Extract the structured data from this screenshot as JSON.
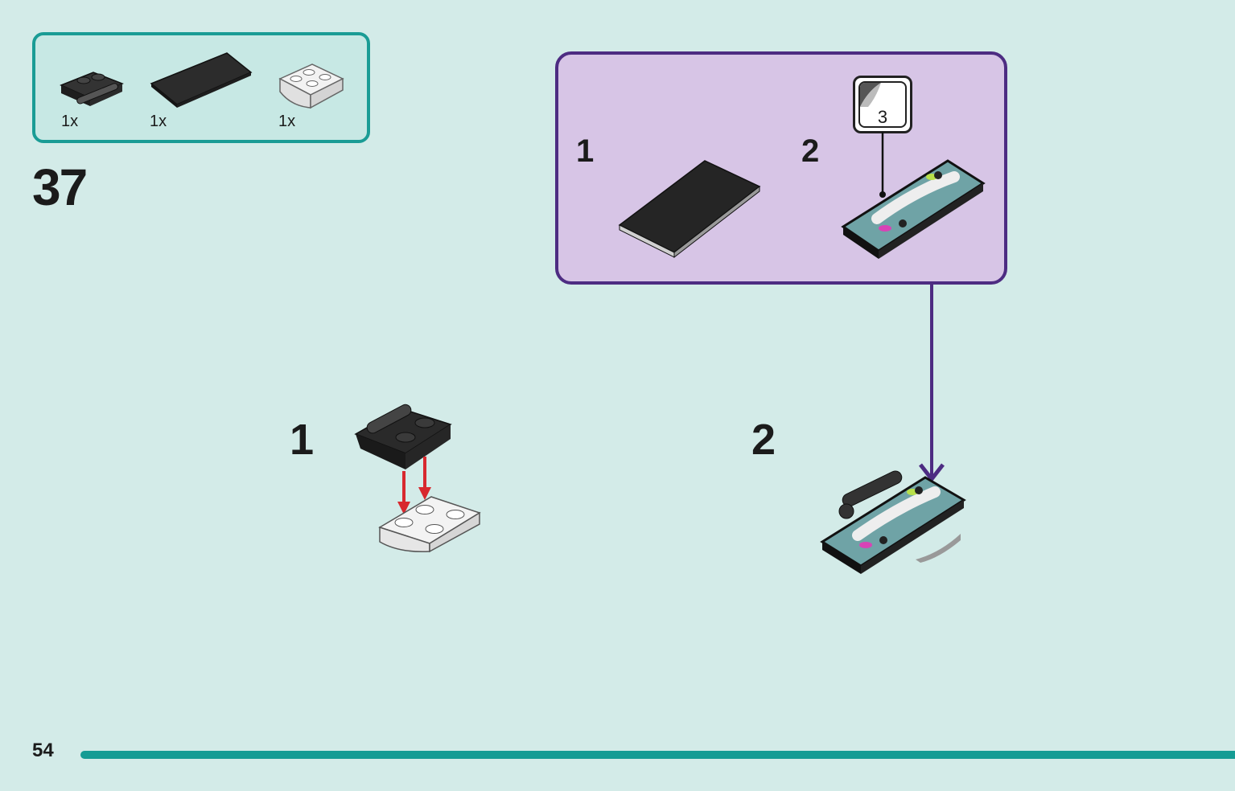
{
  "parts_list": {
    "items": [
      {
        "name": "black-plate-with-clip",
        "qty": "1x"
      },
      {
        "name": "black-tile-2x4",
        "qty": "1x"
      },
      {
        "name": "white-inverted-slope",
        "qty": "1x"
      }
    ]
  },
  "step": {
    "number": "37"
  },
  "callout": {
    "sub_steps": [
      "1",
      "2"
    ],
    "sticker_number": "3"
  },
  "main": {
    "sub_steps": [
      "1",
      "2"
    ]
  },
  "page": {
    "number": "54"
  },
  "colors": {
    "background": "#d3ebe8",
    "parts_border": "#1a9c95",
    "callout_fill": "#d7c5e6",
    "callout_border": "#4d2c82",
    "arrow_red": "#d8282e",
    "bar": "#159c94"
  }
}
